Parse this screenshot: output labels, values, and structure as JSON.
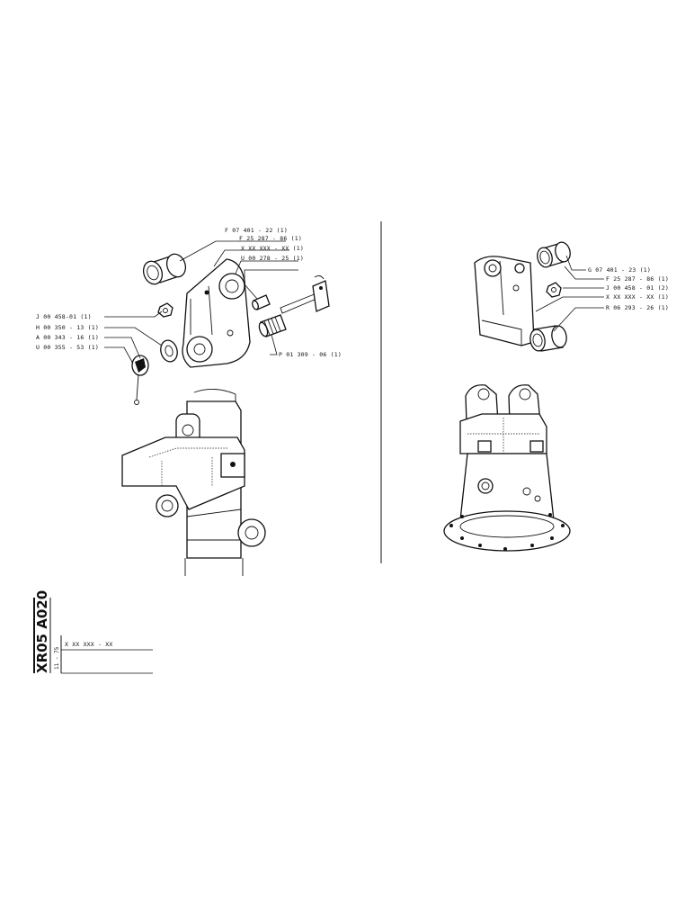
{
  "left_labels": {
    "f07401_22": "F 07 401 - 22 (1)",
    "f25287_86": "F 25 287 - 86 (1)",
    "xxx": "X XX XXX - XX (1)",
    "u00278": "U 00 278 - 25 (1)",
    "j00458": "J 00 458-01 (1)",
    "h00350": "H 00 350 - 13 (1)",
    "a00343": "A 00 343 - 16 (1)",
    "u00355": "U 00 355 - 53 (1)",
    "p01309": "P 01 309 - 06 (1)"
  },
  "right_labels": {
    "g07401_23": "G 07 401 - 23 (1)",
    "f25287_86": "F 25 287 - 86 (1)",
    "j00458_2": "J 00 458 - 01 (2)",
    "xxx": "X XX XXX - XX (1)",
    "r06293": "R 06 293 - 26 (1)"
  },
  "title_block": {
    "drawing_code": "XR05 A020",
    "date": "11 - 75",
    "ref": "X  XX   XXX - XX"
  }
}
